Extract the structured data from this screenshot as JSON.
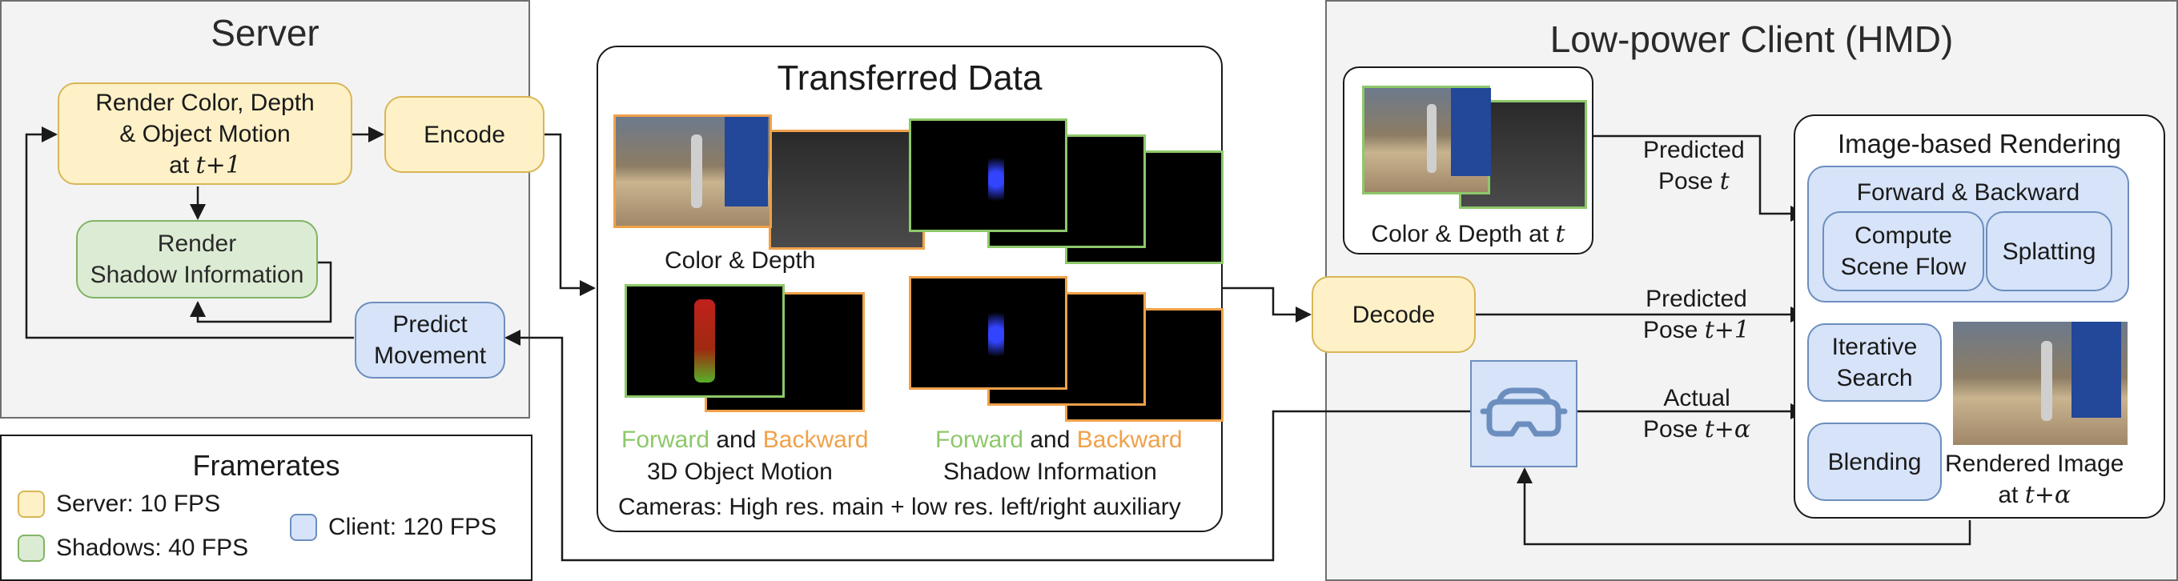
{
  "server": {
    "title": "Server",
    "render_color_line1": "Render Color, Depth",
    "render_color_line2": "& Object Motion",
    "render_color_line3_prefix": "at ",
    "render_color_line3_math": "t+1",
    "encode": "Encode",
    "render_shadow_line1": "Render",
    "render_shadow_line2": "Shadow Information",
    "predict_line1": "Predict",
    "predict_line2": "Movement"
  },
  "framerates": {
    "title": "Framerates",
    "server": "Server: 10 FPS",
    "shadows": "Shadows: 40 FPS",
    "client": "Client: 120 FPS"
  },
  "transferred": {
    "title": "Transferred Data",
    "color_depth": "Color & Depth",
    "forward": "Forward",
    "and": "and",
    "backward": "Backward",
    "object_motion": "3D Object Motion",
    "shadow_forward": "Forward",
    "shadow_and": "and",
    "shadow_backward": "Backward",
    "shadow_info": "Shadow Information",
    "cameras": "Cameras: High res. main + low res. left/right auxiliary"
  },
  "client": {
    "title": "Low-power Client (HMD)",
    "color_depth_prefix": "Color & Depth at ",
    "color_depth_math": "t",
    "decode": "Decode",
    "predicted_pose_t_line1": "Predicted",
    "predicted_pose_t_line2_prefix": "Pose ",
    "predicted_pose_t_math": "t",
    "predicted_pose_t1_line1": "Predicted",
    "predicted_pose_t1_line2_prefix": "Pose ",
    "predicted_pose_t1_math": "t+1",
    "actual_line1": "Actual",
    "actual_line2_prefix": "Pose ",
    "actual_math": "t+α",
    "ibr_title": "Image-based Rendering",
    "fwd_bwd": "Forward & Backward",
    "compute_line1": "Compute",
    "compute_line2": "Scene Flow",
    "splatting": "Splatting",
    "iterative_line1": "Iterative",
    "iterative_line2": "Search",
    "blending": "Blending",
    "rendered_line1": "Rendered Image",
    "rendered_line2_prefix": "at ",
    "rendered_math": "t+α"
  },
  "colors": {
    "yellow_fill": "#fff1c7",
    "yellow_stroke": "#d8b656",
    "green_fill": "#dcecd4",
    "green_stroke": "#82b366",
    "blue_fill": "#d6e3f8",
    "blue_stroke": "#6c8ebf",
    "forward_green": "#8dc86a",
    "backward_orange": "#f0a14a"
  },
  "icons": [
    "vr-headset-icon"
  ]
}
